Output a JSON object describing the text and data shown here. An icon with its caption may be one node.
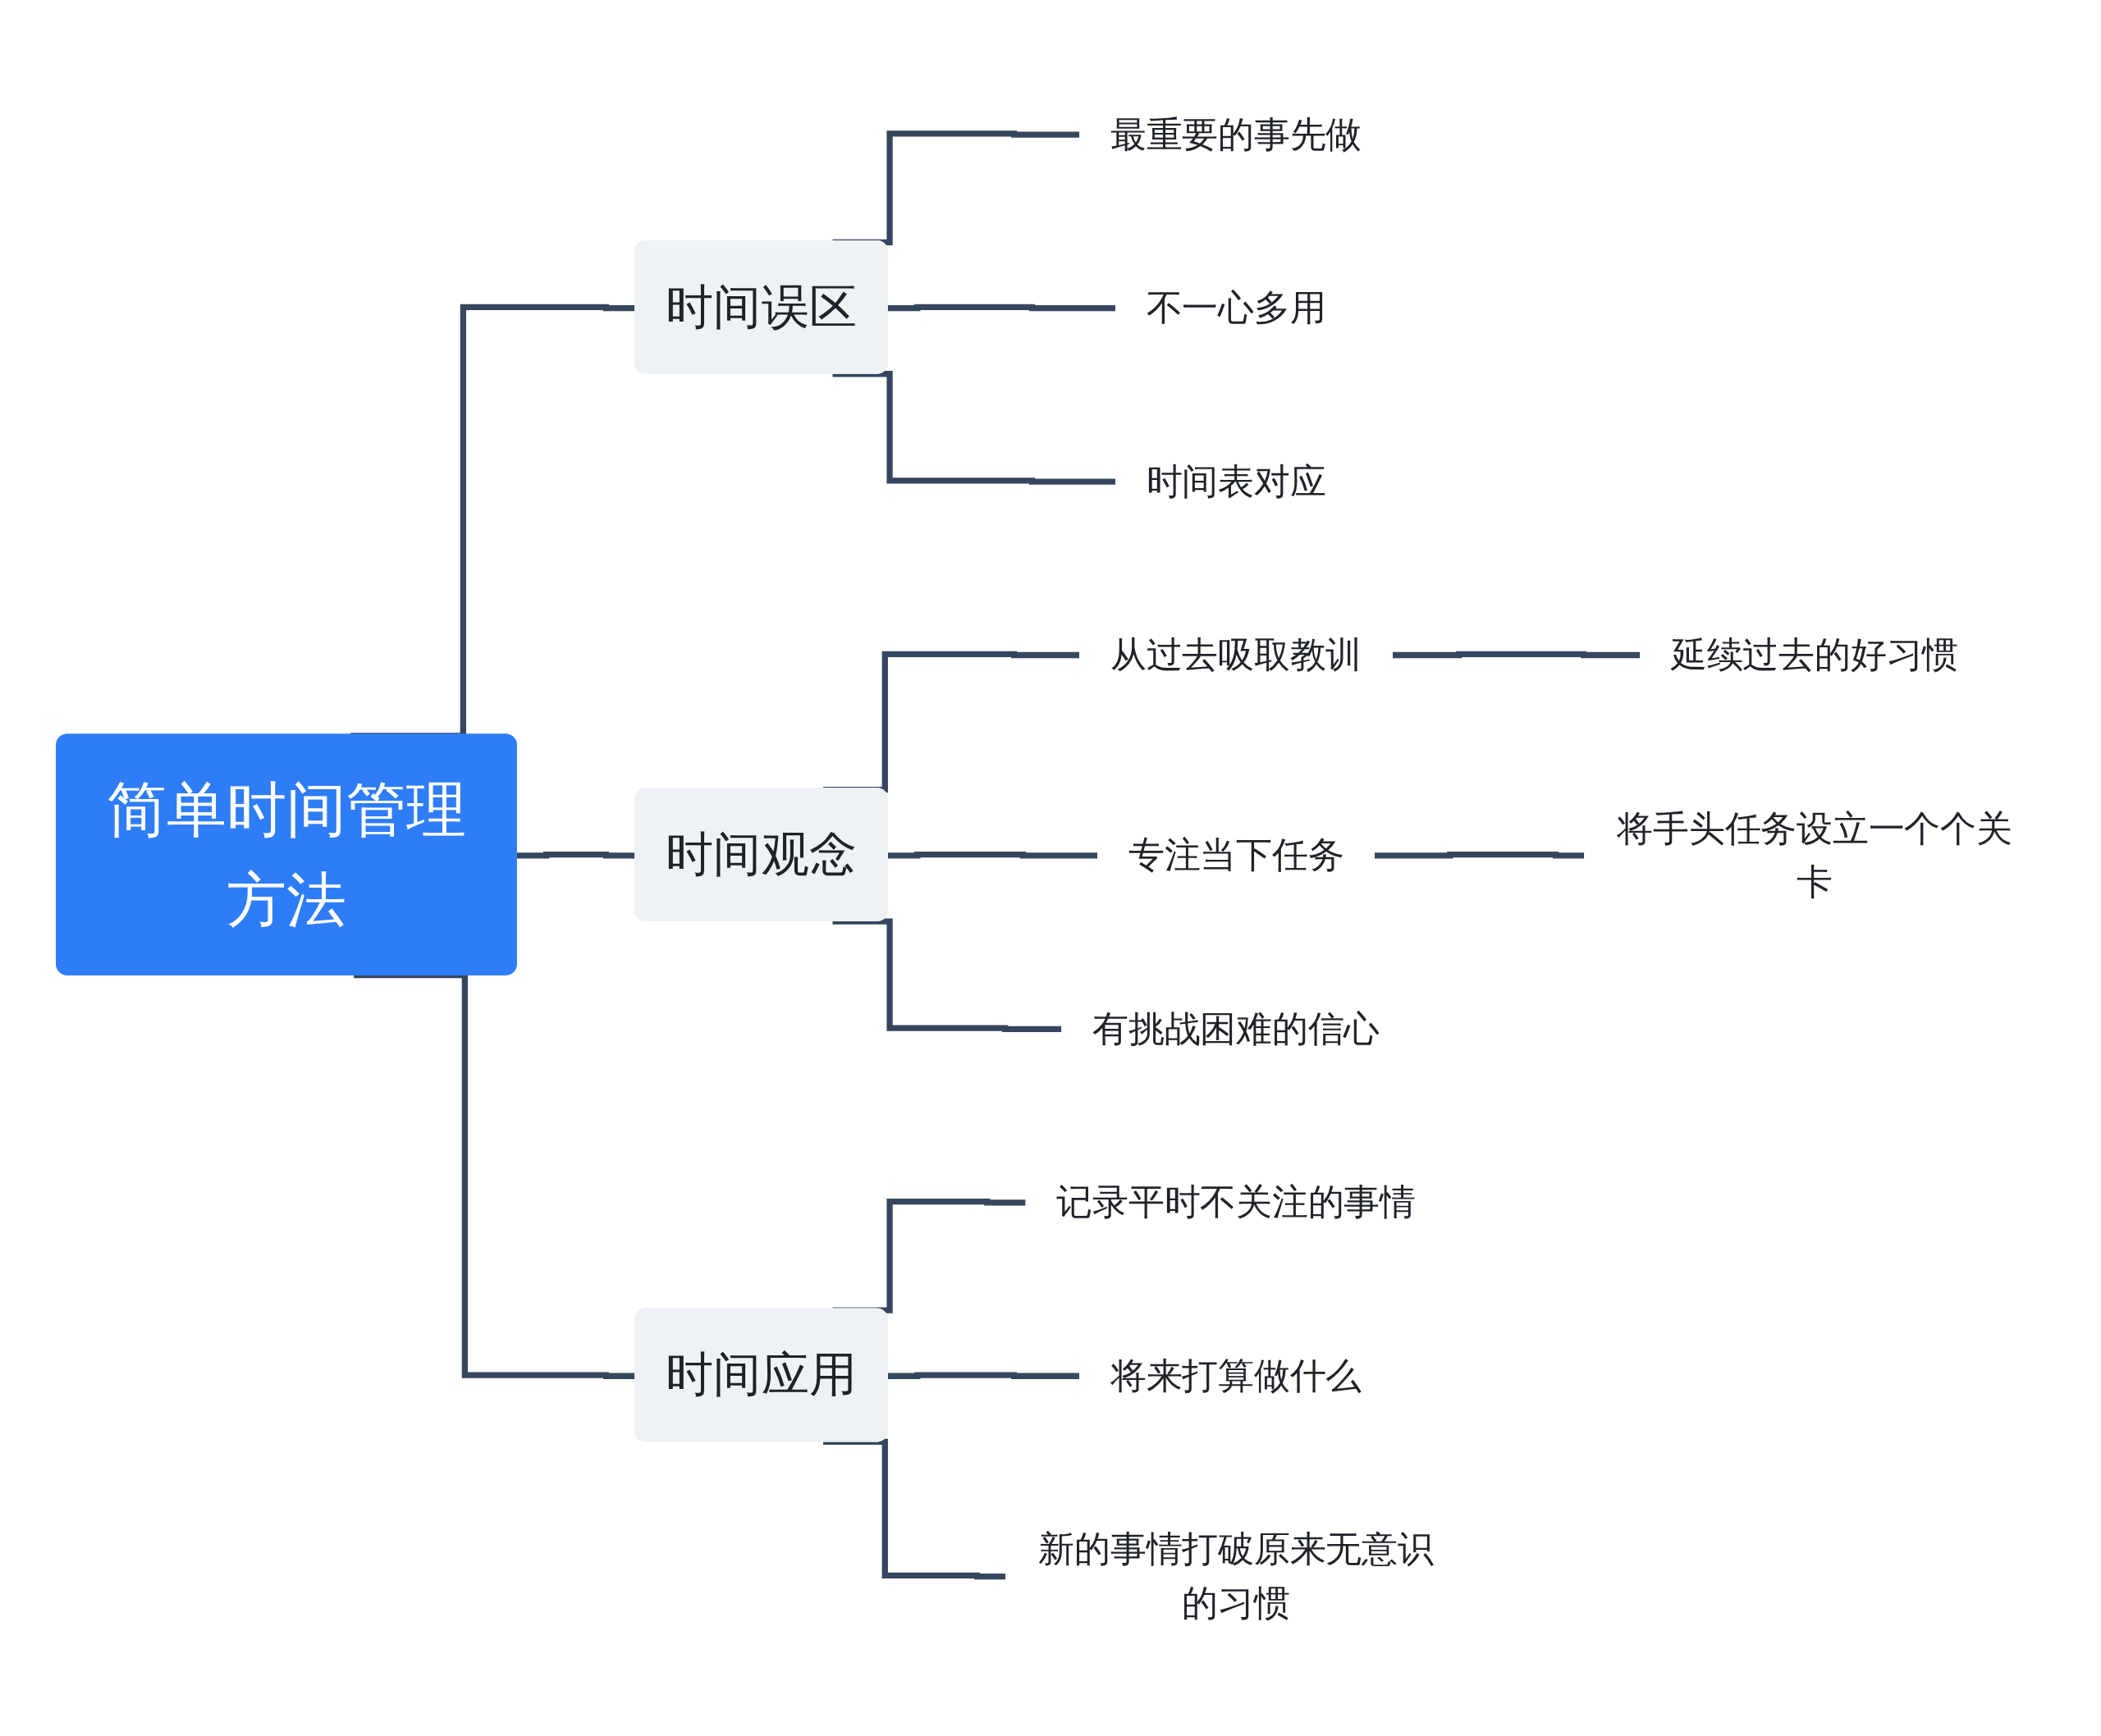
{
  "diagram": {
    "nodes": [
      {
        "text": [
          "简单时间管理方法"
        ]
      },
      {
        "text": [
          "时间误区"
        ]
      },
      {
        "text": [
          "最重要的事先做"
        ]
      },
      {
        "text": [
          "不一心多用"
        ]
      },
      {
        "text": [
          "时间表对应"
        ]
      },
      {
        "text": [
          "时间观念"
        ]
      },
      {
        "text": [
          "从过去吸取教训"
        ]
      },
      {
        "text": [
          "延续过去的好习惯"
        ]
      },
      {
        "text": [
          "专注当下任务"
        ]
      },
      {
        "text": [
          "将手头任务设立一个个关卡"
        ]
      },
      {
        "text": [
          "有挑战困难的信心"
        ]
      },
      {
        "text": [
          "时间应用"
        ]
      },
      {
        "text": [
          "记录平时不关注的事情"
        ]
      },
      {
        "text": [
          "将来打算做什么"
        ]
      },
      {
        "text": [
          "新的事情打破原来无意识的习惯"
        ]
      }
    ],
    "edges": [
      {
        "from": 0,
        "to": 1,
        "arrow": "none"
      },
      {
        "from": 1,
        "to": 2,
        "arrow": "none"
      },
      {
        "from": 1,
        "to": 3,
        "arrow": "none"
      },
      {
        "from": 1,
        "to": 4,
        "arrow": "none"
      },
      {
        "from": 0,
        "to": 5,
        "arrow": "none"
      },
      {
        "from": 5,
        "to": 6,
        "arrow": "none"
      },
      {
        "from": 6,
        "to": 7,
        "arrow": "none"
      },
      {
        "from": 5,
        "to": 8,
        "arrow": "none"
      },
      {
        "from": 8,
        "to": 9,
        "arrow": "none"
      },
      {
        "from": 5,
        "to": 10,
        "arrow": "none"
      },
      {
        "from": 0,
        "to": 11,
        "arrow": "none"
      },
      {
        "from": 11,
        "to": 12,
        "arrow": "none"
      },
      {
        "from": 11,
        "to": 13,
        "arrow": "none"
      },
      {
        "from": 11,
        "to": 14,
        "arrow": "none"
      }
    ]
  }
}
